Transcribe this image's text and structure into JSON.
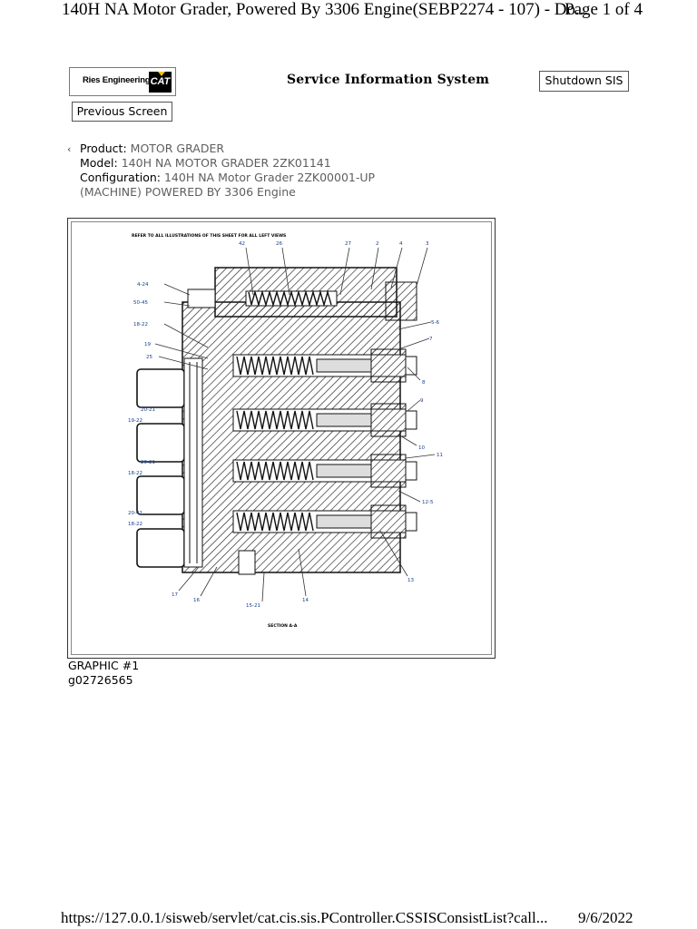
{
  "header": {
    "doc_title": "140H NA Motor Grader, Powered By 3306 Engine(SEBP2274 - 107) - Do...",
    "page_indicator": "Page 1 of 4"
  },
  "logo": {
    "company": "Ries Engineering",
    "brand": "CAT"
  },
  "app_title": "Service Information System",
  "buttons": {
    "shutdown": "Shutdown SIS",
    "previous": "Previous Screen"
  },
  "info": {
    "product_label": "Product:",
    "product_value": "MOTOR GRADER",
    "model_label": "Model:",
    "model_value": "140H NA MOTOR GRADER 2ZK01141",
    "config_label": "Configuration:",
    "config_value_1": "140H NA Motor Grader 2ZK00001-UP",
    "config_value_2": "(MACHINE) POWERED BY 3306 Engine"
  },
  "graphic": {
    "callouts": [
      "42",
      "26",
      "27",
      "2",
      "4",
      "3",
      "4-24",
      "50-45",
      "18-22",
      "19",
      "25",
      "20-21",
      "19-22",
      "20-21",
      "18-22",
      "20-41",
      "18-22",
      "5-6",
      "7",
      "8",
      "9",
      "10",
      "11",
      "12-5",
      "13",
      "14",
      "15-21",
      "16",
      "17"
    ],
    "section_label": "SECTION A-A",
    "note_text": "REFER TO ALL ILLUSTRATIONS OF THIS SHEET FOR ALL LEFT VIEWS"
  },
  "caption": {
    "graphic_label": "GRAPHIC #1",
    "graphic_id": "g02726565"
  },
  "footer": {
    "url": "https://127.0.0.1/sisweb/servlet/cat.cis.sis.PController.CSSISConsistList?call...",
    "date": "9/6/2022"
  }
}
